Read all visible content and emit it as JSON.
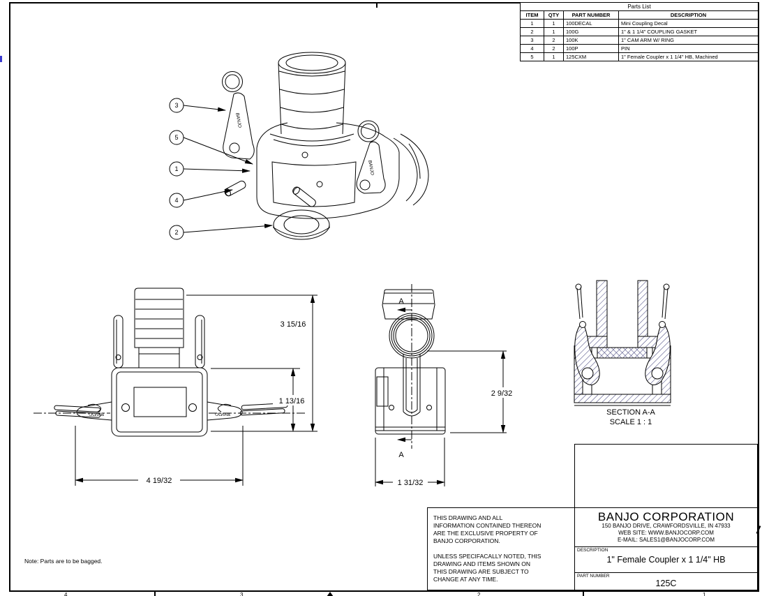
{
  "parts_list": {
    "title": "Parts List",
    "columns": [
      "ITEM",
      "QTY",
      "PART NUMBER",
      "DESCRIPTION"
    ],
    "rows": [
      [
        "1",
        "1",
        "100DECAL",
        "Mini Coupling Decal"
      ],
      [
        "2",
        "1",
        "100G",
        "1\" & 1 1/4\" COUPLING GASKET"
      ],
      [
        "3",
        "2",
        "100K",
        "1\" CAM ARM W/ RING"
      ],
      [
        "4",
        "2",
        "100P",
        "PIN"
      ],
      [
        "5",
        "1",
        "125CXM",
        "1\" Female Coupler x 1 1/4\" HB, Machined"
      ]
    ]
  },
  "balloons": [
    "3",
    "5",
    "1",
    "4",
    "2"
  ],
  "views": {
    "front": {
      "dim_overall": "3 15/16",
      "dim_body": "1 13/16",
      "dim_width": "4 19/32"
    },
    "side": {
      "dim_height": "2 9/32",
      "dim_width": "1 31/32",
      "section_arrow": "A"
    },
    "section": {
      "title": "SECTION A-A",
      "scale": "SCALE 1 : 1"
    }
  },
  "note": "Note: Parts are to be bagged.",
  "brand": "BANJO",
  "title_block": {
    "company": "BANJO CORPORATION",
    "address": "150 BANJO DRIVE, CRAWFORDSVILLE, IN 47933",
    "website": "WEB SITE: WWW.BANJOCORP.COM",
    "email": "E-MAIL: SALES1@BANJOCORP.COM",
    "description_label": "DESCRIPTION",
    "description": "1\" Female Coupler x 1 1/4\" HB",
    "part_number_label": "PART NUMBER",
    "part_number": "125C",
    "disclaimer_lines": [
      "THIS DRAWING AND ALL",
      "INFORMATION CONTAINED THEREON",
      "ARE THE EXCLUSIVE PROPERTY OF",
      "BANJO CORPORATION.",
      "",
      "UNLESS SPECIFACALLY NOTED, THIS",
      "DRAWING AND ITEMS SHOWN ON",
      "THIS DRAWING ARE SUBJECT TO",
      "CHANGE AT ANY TIME."
    ]
  },
  "zone_digits": [
    "4",
    "3",
    "2",
    "1"
  ],
  "colors": {
    "line": "#000000",
    "hatch": "#3f3f7a",
    "edge_mark_blue": "#3a3ace"
  }
}
